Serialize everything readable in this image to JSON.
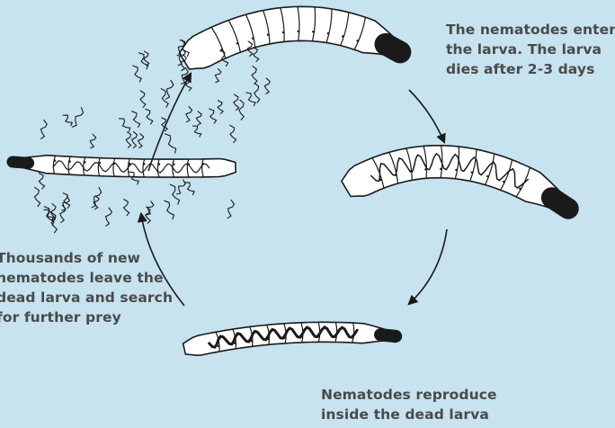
{
  "background_color": "#c6e3ef",
  "ink_color": "#1a1a1a",
  "captions": {
    "enter": [
      "The nematodes enter",
      "the larva. The larva",
      "dies after 2-3 days"
    ],
    "leave": [
      "Thousands of new",
      "nematodes leave the",
      "dead larva and search",
      "for further prey"
    ],
    "reproduce": [
      "Nematodes reproduce",
      "inside the dead larva"
    ]
  }
}
